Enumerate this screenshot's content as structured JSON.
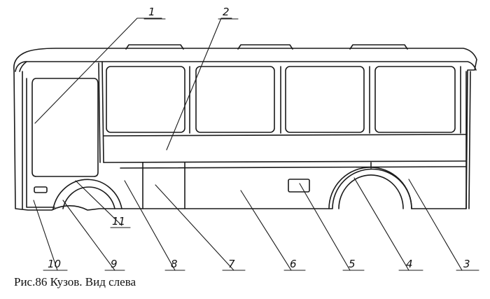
{
  "figure": {
    "caption": "Рис.86 Кузов. Вид слева",
    "callouts": [
      {
        "label": "1"
      },
      {
        "label": "2"
      },
      {
        "label": "3"
      },
      {
        "label": "4"
      },
      {
        "label": "5"
      },
      {
        "label": "6"
      },
      {
        "label": "7"
      },
      {
        "label": "8"
      },
      {
        "label": "9"
      },
      {
        "label": "10"
      },
      {
        "label": "11"
      }
    ],
    "colors": {
      "ink": "#1a1a1a",
      "paper": "#ffffff"
    }
  }
}
